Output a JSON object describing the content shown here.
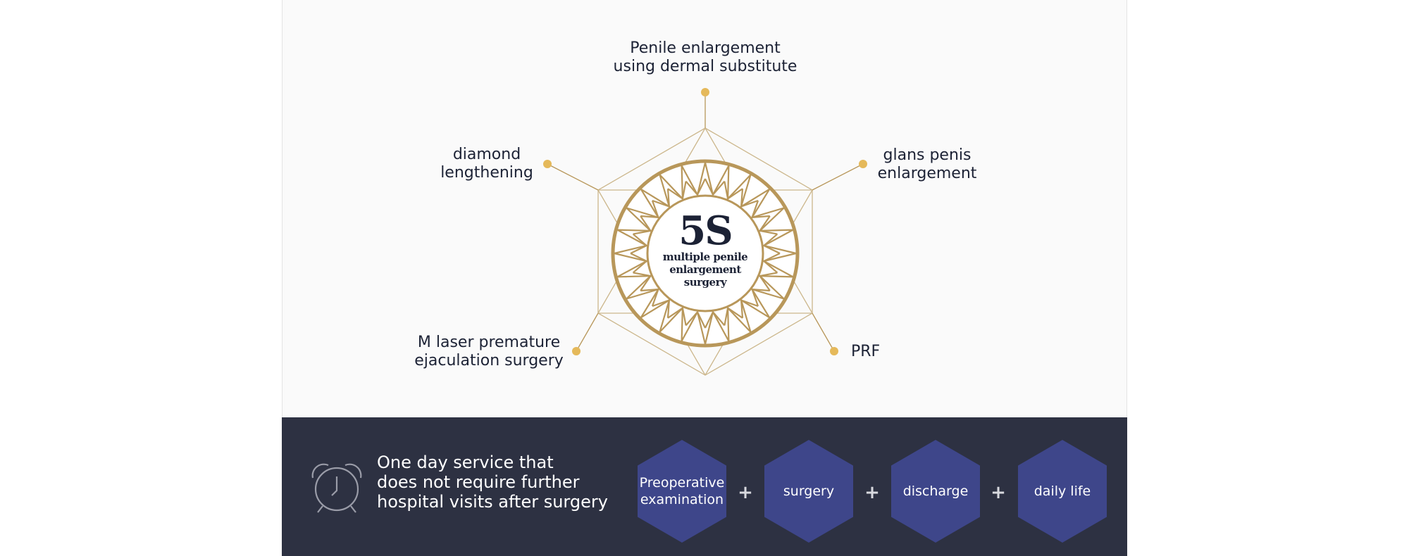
{
  "center": {
    "title": "5S",
    "subtitle_line1": "multiple penile",
    "subtitle_line2": "enlargement",
    "subtitle_line3": "surgery"
  },
  "procedures": {
    "top_line1": "Penile enlargement",
    "top_line2": "using dermal substitute",
    "upper_right_line1": "glans penis",
    "upper_right_line2": "enlargement",
    "upper_left_line1": "diamond",
    "upper_left_line2": "lengthening",
    "lower_left_line1": "M laser premature",
    "lower_left_line2": "ejaculation surgery",
    "lower_right": "PRF"
  },
  "service": {
    "line1": "One day service that",
    "line2": "does not require further",
    "line3": "hospital visits after surgery",
    "icon": "alarm-clock-icon"
  },
  "steps": {
    "step1_line1": "Preoperative",
    "step1_line2": "examination",
    "step2": "surgery",
    "step3": "discharge",
    "step4": "daily life",
    "plus": "+"
  },
  "colors": {
    "gold": "#b8975a",
    "dot": "#e5b95a",
    "navy_band": "#2d3142",
    "hex_fill": "#3e468a",
    "text_dark": "#1c2235"
  }
}
